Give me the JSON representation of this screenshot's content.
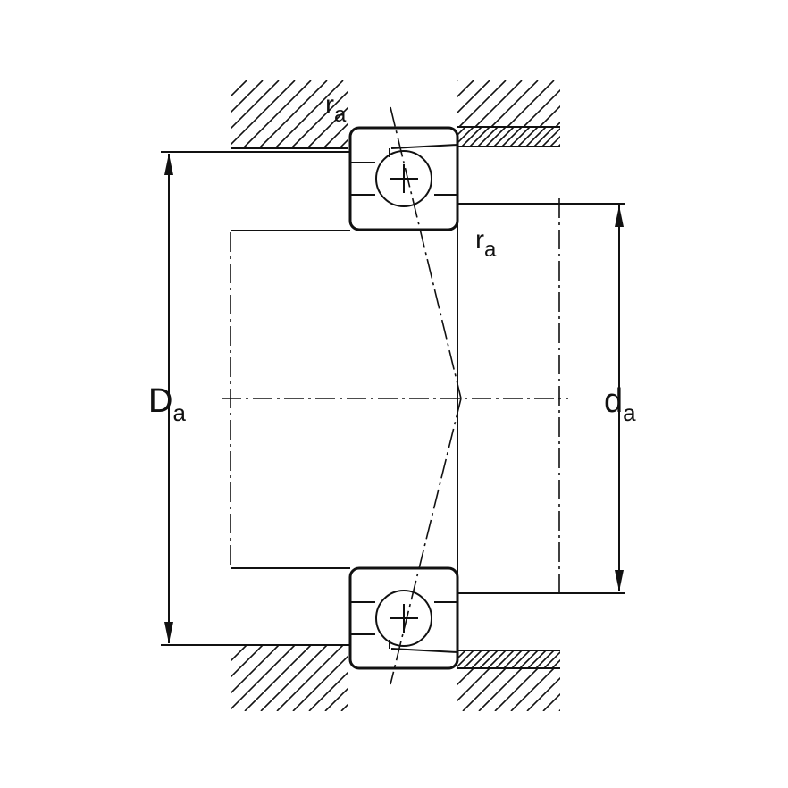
{
  "labels": {
    "housing_diameter": {
      "main": "D",
      "sub": "a"
    },
    "shaft_diameter": {
      "main": "d",
      "sub": "a"
    },
    "fillet_radius_housing": {
      "main": "r",
      "sub": "a"
    },
    "fillet_radius_shaft": {
      "main": "r",
      "sub": "a"
    }
  },
  "colors": {
    "line": "#111111",
    "background": "#ffffff"
  }
}
